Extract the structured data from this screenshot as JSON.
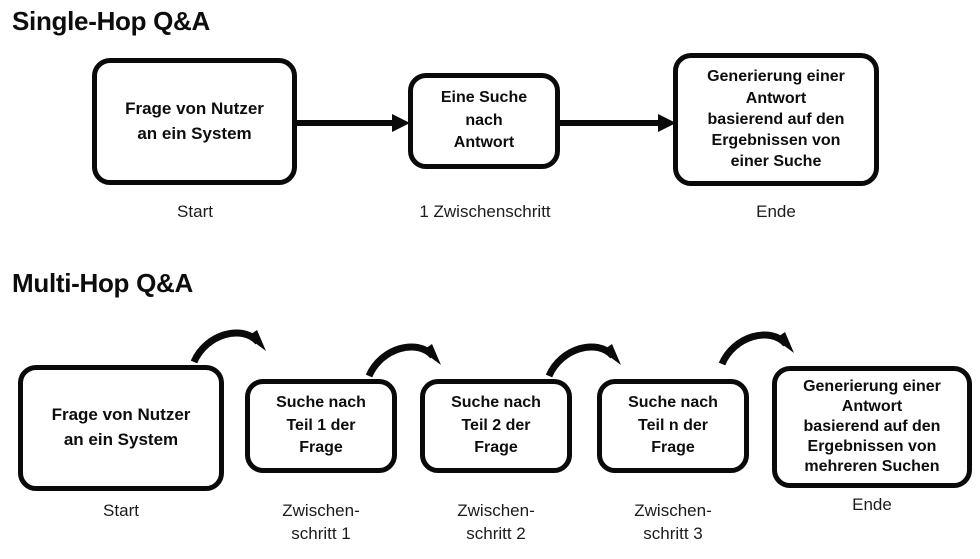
{
  "sections": [
    {
      "heading": "Single-Hop Q&A",
      "nodes": [
        {
          "text": "Frage von Nutzer\nan ein System",
          "caption": "Start"
        },
        {
          "text": "Eine Suche\nnach\nAntwort",
          "caption": "1 Zwischenschritt"
        },
        {
          "text": "Generierung einer\nAntwort\nbasierend auf den\nErgebnissen von\neiner Suche",
          "caption": "Ende"
        }
      ],
      "arrows": [
        "straight-arrow-right",
        "straight-arrow-right"
      ]
    },
    {
      "heading": "Multi-Hop Q&A",
      "nodes": [
        {
          "text": "Frage von Nutzer\nan ein System",
          "caption": "Start"
        },
        {
          "text": "Suche nach\nTeil 1 der\nFrage",
          "caption": "Zwischen-\nschritt 1"
        },
        {
          "text": "Suche nach\nTeil 2 der\nFrage",
          "caption": "Zwischen-\nschritt 2"
        },
        {
          "text": "Suche nach\nTeil n der\nFrage",
          "caption": "Zwischen-\nschritt 3"
        },
        {
          "text": "Generierung einer\nAntwort\nbasierend auf den\nErgebnissen von\nmehreren  Suchen",
          "caption": "Ende"
        }
      ],
      "arrows": [
        "curved-arrow-right",
        "curved-arrow-right",
        "curved-arrow-right",
        "curved-arrow-right"
      ]
    }
  ],
  "colors": {
    "stroke": "#0a0a0a",
    "background": "#ffffff",
    "text": "#0d0d0d",
    "caption": "#1b1b1b"
  }
}
